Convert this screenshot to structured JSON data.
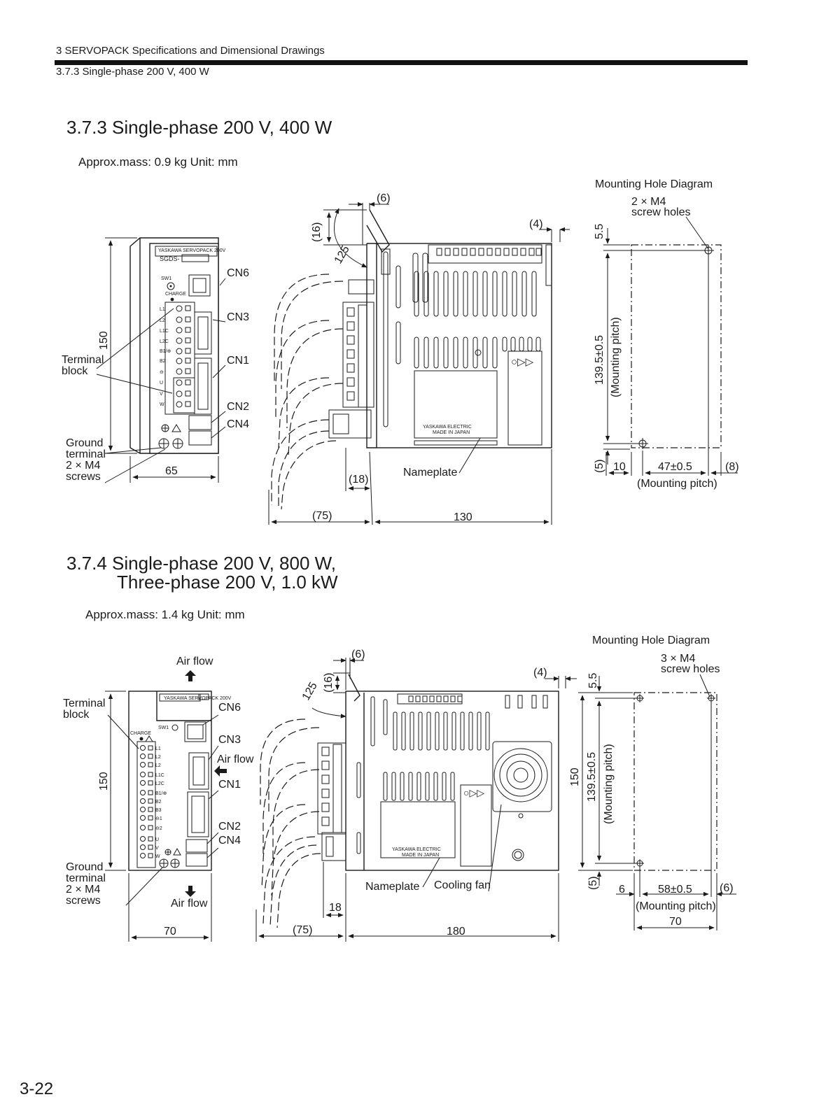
{
  "header": {
    "chapter": "3  SERVOPACK Specifications and Dimensional Drawings",
    "subsection": "3.7.3  Single-phase 200 V, 400 W"
  },
  "section1": {
    "title": "3.7.3  Single-phase 200 V, 400 W",
    "mass_text": "Approx.mass: 0.9 kg    Unit: mm",
    "front": {
      "brand": "YASKAWA SERVOPACK 200V",
      "model": "SGDS-",
      "sw1": "SW1",
      "charge": "CHARGE",
      "terminals": [
        "L1",
        "L2",
        "L1C",
        "L2C",
        "B1/⊕",
        "B2",
        "⊖",
        "U",
        "V",
        "W"
      ],
      "cn6": "CN6",
      "cn3": "CN3",
      "cn1": "CN1",
      "cn2": "CN2",
      "cn4": "CN4",
      "terminal_block": [
        "Terminal",
        "block"
      ],
      "ground": [
        "Ground",
        "terminal",
        "2 × M4",
        "screws"
      ],
      "height": "150",
      "width": "65"
    },
    "side": {
      "dim_6": "(6)",
      "dim_16": "(16)",
      "dim_125": "125",
      "dim_4": "(4)",
      "dim_18": "(18)",
      "dim_75": "(75)",
      "dim_130": "130",
      "nameplate": "Nameplate",
      "plate_text": [
        "YASKAWA ELECTRIC",
        "MADE IN JAPAN"
      ]
    },
    "mounting": {
      "title": "Mounting Hole Diagram",
      "holes": [
        "2 × M4",
        "screw holes"
      ],
      "d_top": "5.5",
      "pitch_v": "139.5±0.5",
      "pitch_v_label": "(Mounting pitch)",
      "d_bottom": "(5)",
      "d_left": "10",
      "pitch_h": "47±0.5",
      "d_right": "(8)",
      "pitch_h_label": "(Mounting pitch)"
    }
  },
  "section2": {
    "title_line1": "3.7.4  Single-phase 200 V, 800 W,",
    "title_line2": "Three-phase 200 V, 1.0 kW",
    "mass_text": "Approx.mass: 1.4 kg    Unit: mm",
    "front": {
      "brand": "YASKAWA SERVOPACK 200V",
      "sw1": "SW1",
      "charge": "CHARGE",
      "terminals": [
        "L1",
        "L2",
        "L2",
        "L1C",
        "L2C",
        "B1/⊕",
        "B2",
        "B3",
        "⊖1",
        "⊖2",
        "U",
        "V",
        "W"
      ],
      "cn6": "CN6",
      "cn3": "CN3",
      "cn1": "CN1",
      "cn2": "CN2",
      "cn4": "CN4",
      "air_flow": "Air flow",
      "terminal_block": [
        "Terminal",
        "block"
      ],
      "ground": [
        "Ground",
        "terminal",
        "2 × M4",
        "screws"
      ],
      "height": "150",
      "width": "70"
    },
    "side": {
      "dim_6": "(6)",
      "dim_16": "(16)",
      "dim_125": "125",
      "dim_4": "(4)",
      "dim_18": "18",
      "dim_75": "(75)",
      "dim_180": "180",
      "nameplate": "Nameplate",
      "cooling_fan": "Cooling fan",
      "plate_text": [
        "YASKAWA ELECTRIC",
        "MADE IN JAPAN"
      ]
    },
    "mounting": {
      "title": "Mounting Hole Diagram",
      "holes": [
        "3 × M4",
        "screw holes"
      ],
      "d_top": "5.5",
      "height": "150",
      "pitch_v": "139.5±0.5",
      "pitch_v_label": "(Mounting pitch)",
      "d_bottom": "(5)",
      "d_left": "6",
      "pitch_h": "58±0.5",
      "d_right": "(6)",
      "pitch_h_label": "(Mounting pitch)",
      "width": "70"
    }
  },
  "page_number": "3-22"
}
